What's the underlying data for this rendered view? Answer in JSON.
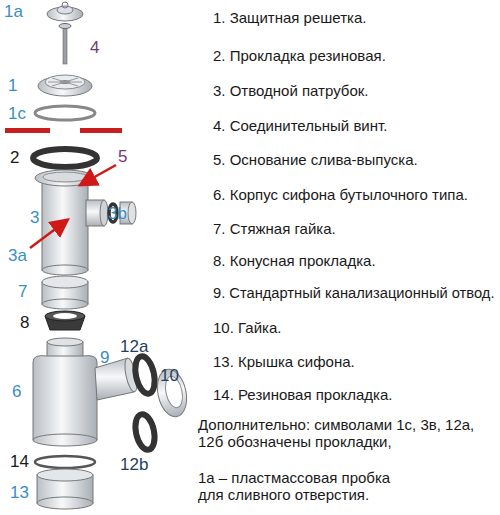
{
  "diagram": {
    "labels": [
      "1a",
      "4",
      "1",
      "1c",
      "2",
      "5",
      "3",
      "3b",
      "3a",
      "7",
      "8",
      "9",
      "12a",
      "6",
      "10",
      "14",
      "12b",
      "13",
      "1. Защитная решетка.",
      "2. Прокладка резиновая.",
      "3. Отводной патрубок.",
      "4. Соединительный винт.",
      "5. Основание слива-выпуска.",
      "6. Корпус сифона бутылочного типа.",
      "7. Стяжная гайка.",
      "8. Конусная прокладка.",
      "9. Стандартный канализационный отвод.",
      "10. Гайка.",
      "13. Крышка сифона.",
      "14. Резиновая прокладка.",
      "Дополнительно: символами 1с, 3в, 12а, 12б обозначены прокладки,",
      "1а – пластмассовая пробка для сливного отверстия."
    ]
  }
}
